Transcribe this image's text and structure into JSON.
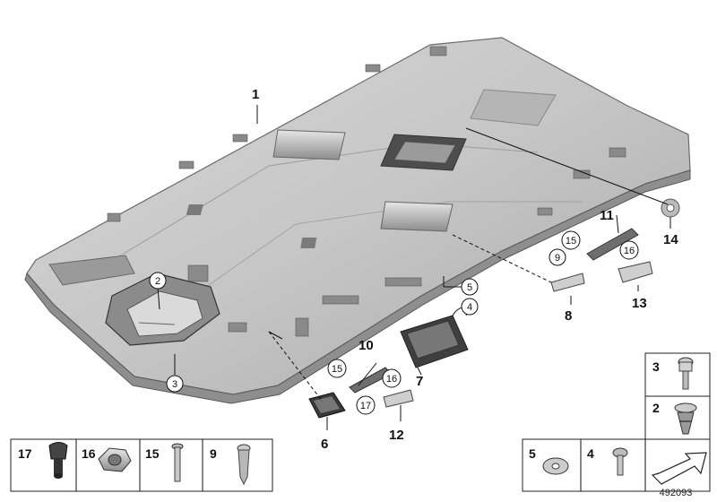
{
  "callouts": {
    "c1": "1",
    "c2": "2",
    "c3": "3",
    "c4": "4",
    "c5": "5",
    "c6": "6",
    "c7": "7",
    "c8": "8",
    "c9": "9",
    "c10": "10",
    "c11": "11",
    "c12": "12",
    "c13": "13",
    "c14": "14",
    "c15a": "15",
    "c15b": "15",
    "c16a": "16",
    "c16b": "16",
    "c17": "17"
  },
  "legend": {
    "bottom_left": [
      "17",
      "16",
      "15",
      "9"
    ],
    "bottom_right": [
      "5",
      "4"
    ],
    "right_column": [
      "3",
      "2"
    ]
  },
  "diagram_id": "492093"
}
